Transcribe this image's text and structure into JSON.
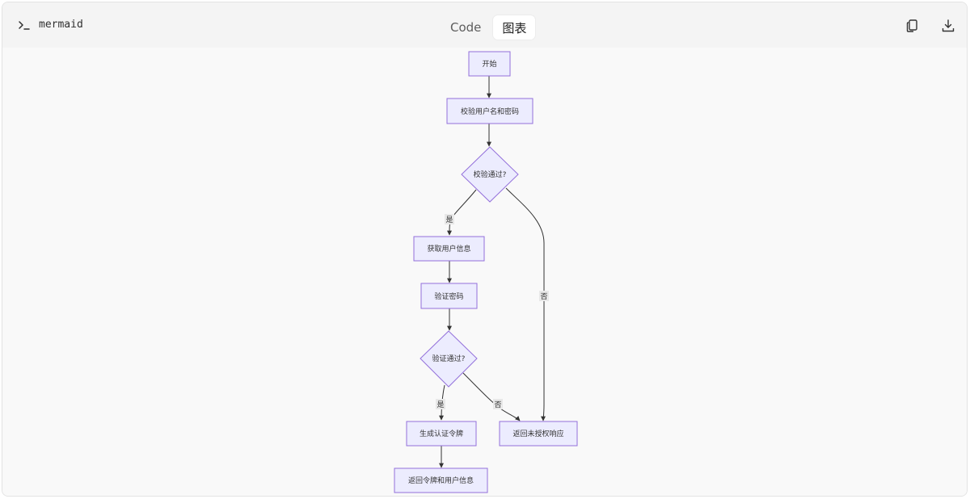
{
  "header": {
    "language": "mermaid",
    "tabs": [
      {
        "label": "Code",
        "active": false
      },
      {
        "label": "图表",
        "active": true
      }
    ],
    "actions": [
      "copy-icon",
      "download-icon"
    ]
  },
  "flowchart": {
    "nodes": [
      {
        "id": "start",
        "shape": "rect",
        "label": "开始"
      },
      {
        "id": "check_credentials",
        "shape": "rect",
        "label": "校验用户名和密码"
      },
      {
        "id": "check_passed",
        "shape": "diamond",
        "label": "校验通过?"
      },
      {
        "id": "get_user",
        "shape": "rect",
        "label": "获取用户信息"
      },
      {
        "id": "verify_password",
        "shape": "rect",
        "label": "验证密码"
      },
      {
        "id": "verify_passed",
        "shape": "diamond",
        "label": "验证通过?"
      },
      {
        "id": "gen_token",
        "shape": "rect",
        "label": "生成认证令牌"
      },
      {
        "id": "unauthorized",
        "shape": "rect",
        "label": "返回未授权响应"
      },
      {
        "id": "return_token",
        "shape": "rect",
        "label": "返回令牌和用户信息"
      }
    ],
    "edges": [
      {
        "from": "start",
        "to": "check_credentials",
        "label": ""
      },
      {
        "from": "check_credentials",
        "to": "check_passed",
        "label": ""
      },
      {
        "from": "check_passed",
        "to": "get_user",
        "label": "是"
      },
      {
        "from": "check_passed",
        "to": "unauthorized",
        "label": "否"
      },
      {
        "from": "get_user",
        "to": "verify_password",
        "label": ""
      },
      {
        "from": "verify_password",
        "to": "verify_passed",
        "label": ""
      },
      {
        "from": "verify_passed",
        "to": "gen_token",
        "label": "是"
      },
      {
        "from": "verify_passed",
        "to": "unauthorized",
        "label": "否"
      },
      {
        "from": "gen_token",
        "to": "return_token",
        "label": ""
      }
    ]
  },
  "colors": {
    "node_fill": "#ececfe",
    "node_stroke": "#9370db",
    "edge": "#333333",
    "background": "#f9f9f9"
  }
}
